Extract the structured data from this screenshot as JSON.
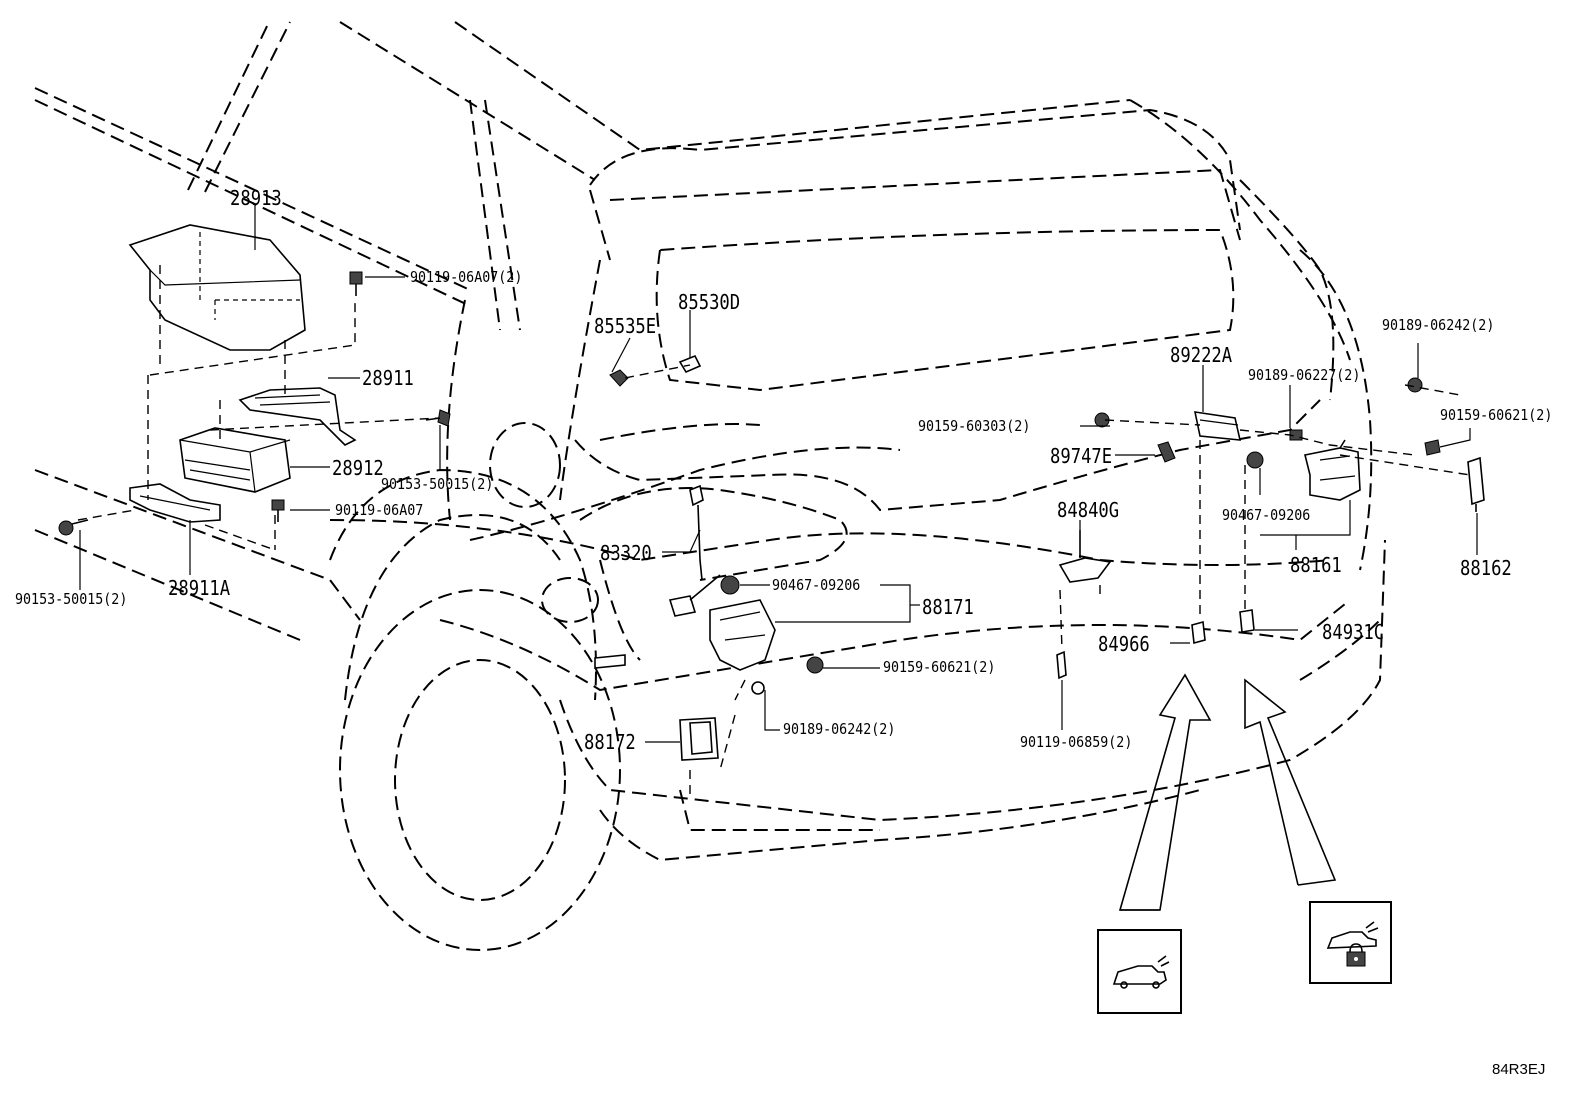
{
  "diagram_ref": "84R3EJ",
  "parts": {
    "p28913": "28913",
    "p90119_06A07_2": "90119-06A07(2)",
    "p28911": "28911",
    "p28912": "28912",
    "p90153_50015_2_a": "90153-50015(2)",
    "p90119_06A07": "90119-06A07",
    "p90153_50015_2_b": "90153-50015(2)",
    "p28911A": "28911A",
    "p85535E": "85535E",
    "p85530D": "85530D",
    "p83320": "83320",
    "p90467_09206_a": "90467-09206",
    "p88171": "88171",
    "p90159_60621_2_a": "90159-60621(2)",
    "p90189_06242_2_a": "90189-06242(2)",
    "p88172": "88172",
    "p89222A": "89222A",
    "p90159_60303_2": "90159-60303(2)",
    "p89747E": "89747E",
    "p84840G": "84840G",
    "p90189_06227_2": "90189-06227(2)",
    "p90189_06242_2_b": "90189-06242(2)",
    "p90159_60621_2_b": "90159-60621(2)",
    "p90467_09206_b": "90467-09206",
    "p88161": "88161",
    "p88162": "88162",
    "p84966": "84966",
    "p84931C": "84931C",
    "p90119_06859_2": "90119-06859(2)"
  },
  "icons": {
    "inset_left": "vehicle-side-icon",
    "inset_right": "vehicle-lock-icon"
  }
}
